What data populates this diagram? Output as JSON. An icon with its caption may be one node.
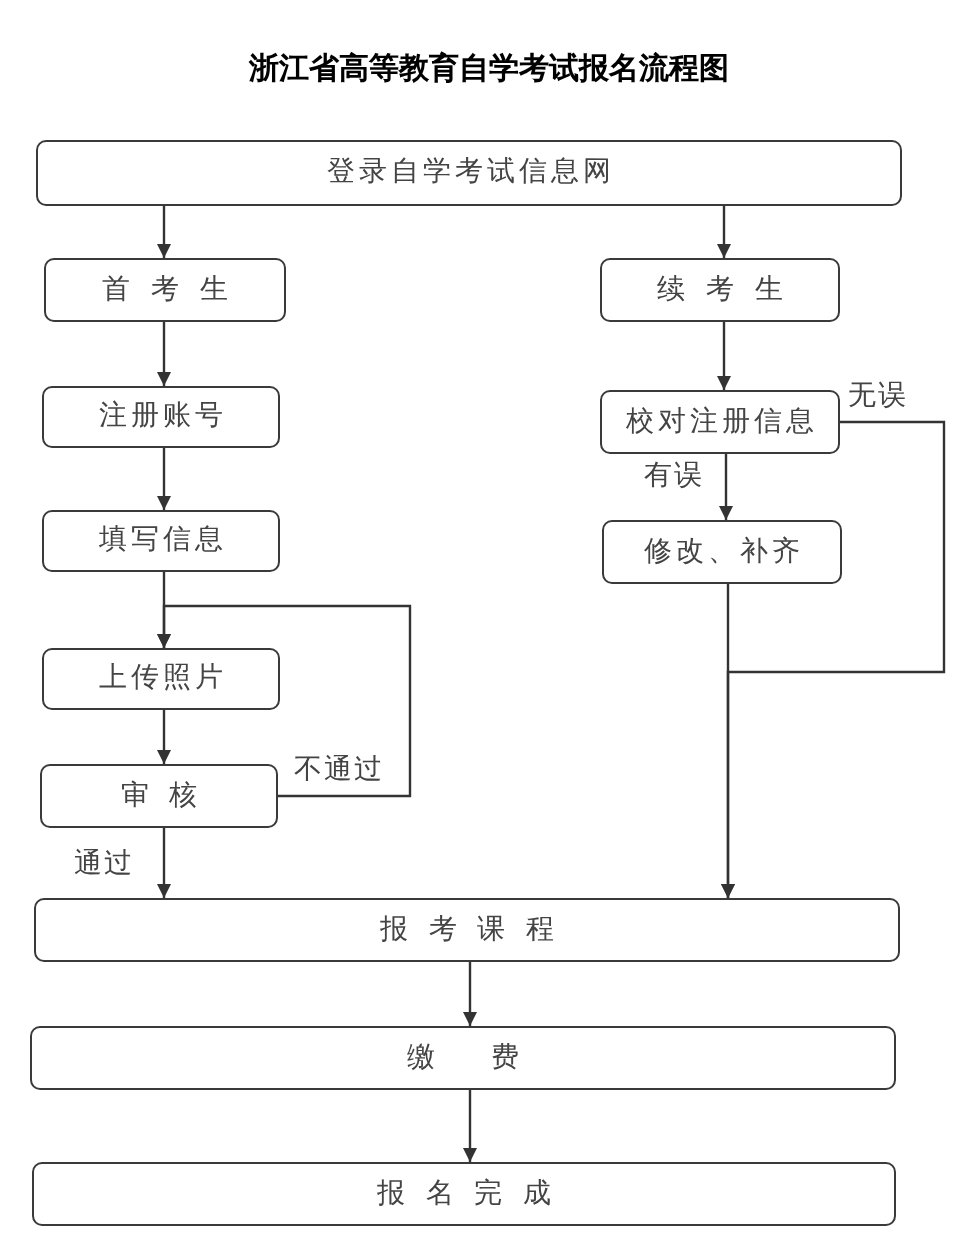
{
  "diagram": {
    "title": "浙江省高等教育自学考试报名流程图",
    "nodes": [
      {
        "text": [
          "登录自学考试信息网"
        ]
      },
      {
        "text": [
          "首 考 生"
        ]
      },
      {
        "text": [
          "注册账号"
        ]
      },
      {
        "text": [
          "填写信息"
        ]
      },
      {
        "text": [
          "上传照片"
        ]
      },
      {
        "text": [
          "审 核"
        ]
      },
      {
        "text": [
          "续 考 生"
        ]
      },
      {
        "text": [
          "校对注册信息"
        ]
      },
      {
        "text": [
          "修改、补齐"
        ]
      },
      {
        "text": [
          "报 考 课 程"
        ]
      },
      {
        "text": [
          "缴 费"
        ]
      },
      {
        "text": [
          "报 名 完 成"
        ]
      }
    ],
    "edges": [
      {
        "from": 0,
        "to": 1,
        "arrow": "to"
      },
      {
        "from": 0,
        "to": 6,
        "arrow": "to"
      },
      {
        "from": 1,
        "to": 2,
        "arrow": "to"
      },
      {
        "from": 2,
        "to": 3,
        "arrow": "to"
      },
      {
        "from": 3,
        "to": 4,
        "arrow": "to"
      },
      {
        "from": 4,
        "to": 5,
        "arrow": "to"
      },
      {
        "from": 5,
        "to": 4,
        "arrow": "to",
        "label": "不通过"
      },
      {
        "from": 5,
        "to": 9,
        "arrow": "to",
        "label": "通过"
      },
      {
        "from": 6,
        "to": 7,
        "arrow": "to"
      },
      {
        "from": 7,
        "to": 8,
        "arrow": "to",
        "label": "有误"
      },
      {
        "from": 7,
        "to": 9,
        "arrow": "to",
        "label": "无误"
      },
      {
        "from": 8,
        "to": 9,
        "arrow": "to"
      },
      {
        "from": 9,
        "to": 10,
        "arrow": "to"
      },
      {
        "from": 10,
        "to": 11,
        "arrow": "to"
      }
    ]
  }
}
